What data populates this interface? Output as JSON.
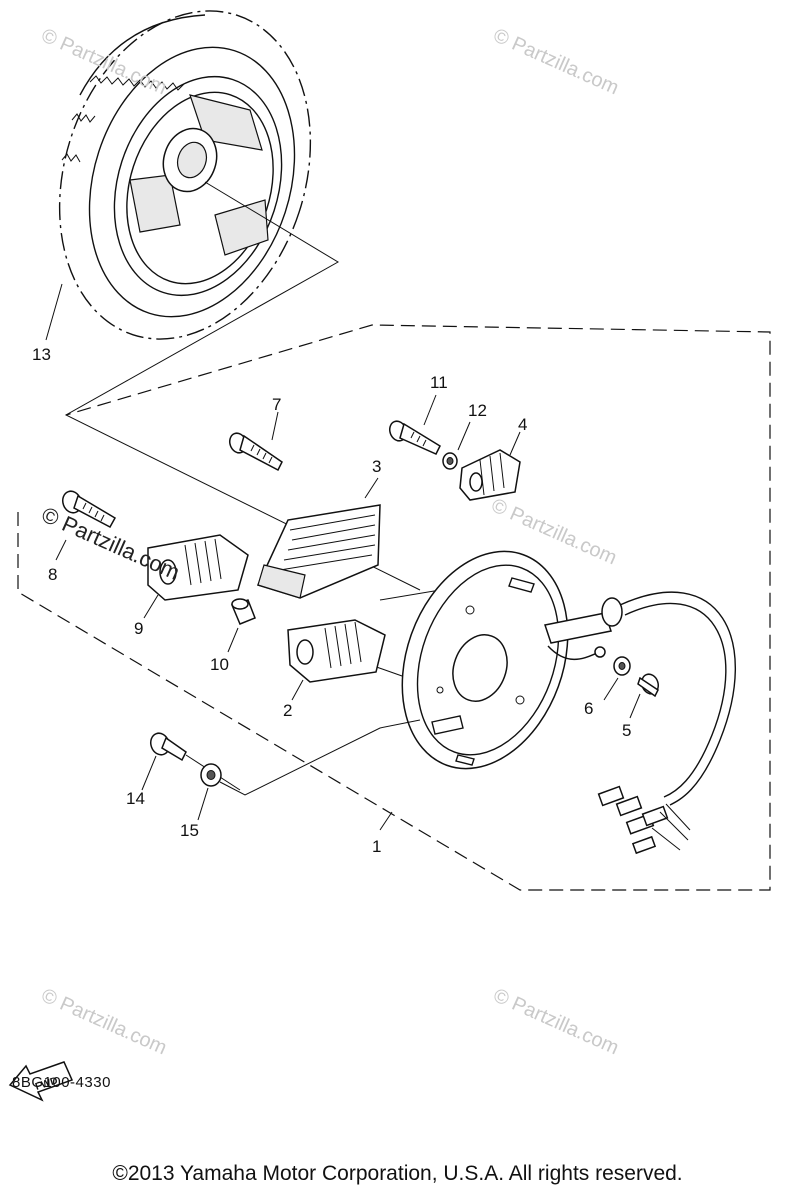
{
  "callouts": {
    "c1": "1",
    "c2": "2",
    "c3": "3",
    "c4": "4",
    "c5": "5",
    "c6": "6",
    "c7": "7",
    "c8": "8",
    "c9": "9",
    "c10": "10",
    "c11": "11",
    "c12": "12",
    "c13": "13",
    "c14": "14",
    "c15": "15"
  },
  "watermarks": {
    "partzilla": "© Partzilla.com",
    "partzilla_strong": "© Partzilla.com"
  },
  "fwd_label": "FWD",
  "diagram_code": "8BG100-4330",
  "copyright": "©2013 Yamaha Motor Corporation, U.S.A. All rights reserved."
}
